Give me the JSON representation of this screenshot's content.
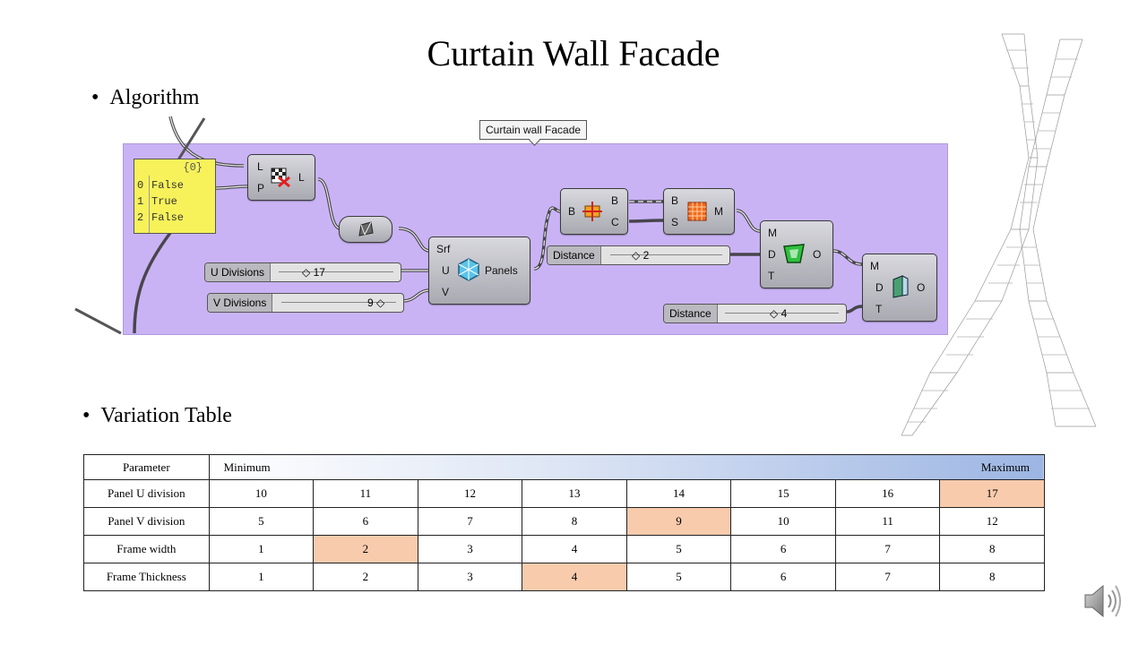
{
  "slide": {
    "title": "Curtain Wall Facade",
    "bullets": [
      "Algorithm",
      "Variation Table"
    ]
  },
  "grasshopper": {
    "tooltip": "Curtain wall Facade",
    "panel": {
      "header": "{0}",
      "rows": [
        {
          "index": "0",
          "value": "False"
        },
        {
          "index": "1",
          "value": "True"
        },
        {
          "index": "2",
          "value": "False"
        }
      ]
    },
    "cull_component": {
      "inputs": [
        "L",
        "P"
      ],
      "outputs": [
        "L"
      ]
    },
    "surface_component": {
      "inputs": [
        "Srf",
        "U",
        "V"
      ],
      "output": "Panels"
    },
    "sliders": {
      "u_divisions": {
        "name": "U Divisions",
        "value": "17"
      },
      "v_divisions": {
        "name": "V Divisions",
        "value": "9"
      },
      "distance1": {
        "name": "Distance",
        "value": "2"
      },
      "distance2": {
        "name": "Distance",
        "value": "4"
      }
    },
    "boundary_component": {
      "inputs": [
        "B"
      ],
      "outputs": [
        "B",
        "C"
      ]
    },
    "mesh_component": {
      "inputs": [
        "B",
        "S"
      ],
      "outputs": [
        "M"
      ]
    },
    "offset_component": {
      "inputs": [
        "M",
        "D",
        "T"
      ],
      "outputs": [
        "O"
      ]
    },
    "thicken_component": {
      "inputs": [
        "M",
        "D",
        "T"
      ],
      "outputs": [
        "O"
      ]
    }
  },
  "table": {
    "header": {
      "parameter": "Parameter",
      "minimum": "Minimum",
      "maximum": "Maximum"
    },
    "rows": [
      {
        "name": "Panel U division",
        "values": [
          "10",
          "11",
          "12",
          "13",
          "14",
          "15",
          "16",
          "17"
        ],
        "highlight": 7
      },
      {
        "name": "Panel V division",
        "values": [
          "5",
          "6",
          "7",
          "8",
          "9",
          "10",
          "11",
          "12"
        ],
        "highlight": 4
      },
      {
        "name": "Frame width",
        "values": [
          "1",
          "2",
          "3",
          "4",
          "5",
          "6",
          "7",
          "8"
        ],
        "highlight": 1
      },
      {
        "name": "Frame Thickness",
        "values": [
          "1",
          "2",
          "3",
          "4",
          "5",
          "6",
          "7",
          "8"
        ],
        "highlight": 3
      }
    ],
    "highlight_color": "#f7cbac"
  },
  "icons": [
    "speaker-icon",
    "twisted-tower-wireframe"
  ]
}
